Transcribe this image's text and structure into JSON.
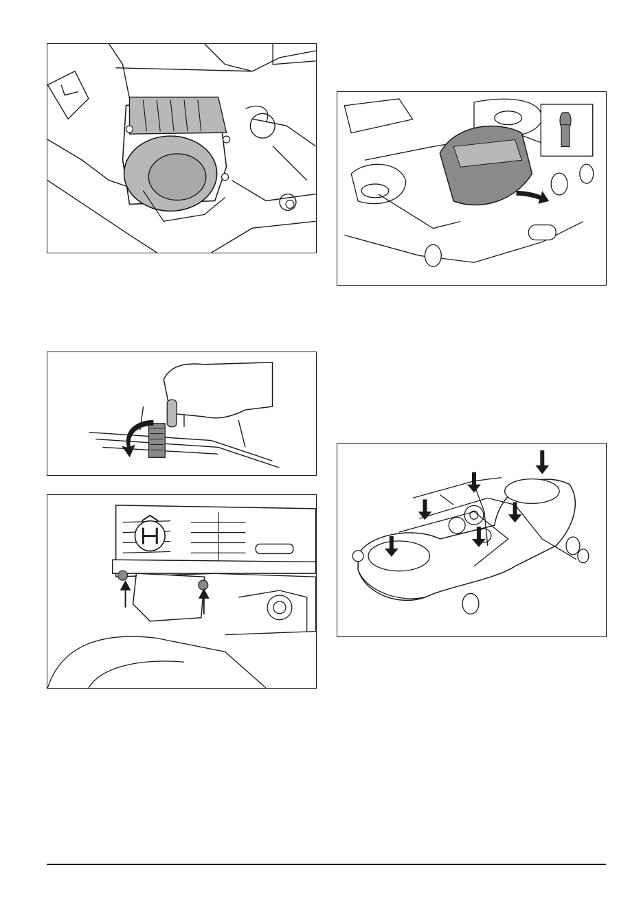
{
  "page": {
    "footer_rule": true
  },
  "figures": [
    {
      "id": "fig-air-filter",
      "subject": "engine-air-filter-housing",
      "arrows": 0
    },
    {
      "id": "fig-hose-clamp",
      "subject": "hand-opening-hose-clamp",
      "arrows": 1
    },
    {
      "id": "fig-front-screws",
      "subject": "front-panel-screws",
      "arrows": 2
    },
    {
      "id": "fig-belt-cover",
      "subject": "belt-cover-release",
      "arrows": 1
    },
    {
      "id": "fig-deck-screws",
      "subject": "cutting-deck-screws",
      "arrows": 6
    }
  ],
  "icons": {
    "inset": "lever-handle-icon",
    "brand": "husqvarna-crown-logo"
  },
  "colors": {
    "line": "#1a1a1a",
    "fill_light": "#ffffff",
    "fill_gray": "#b8b8b8",
    "fill_dark": "#8a8a8a"
  }
}
